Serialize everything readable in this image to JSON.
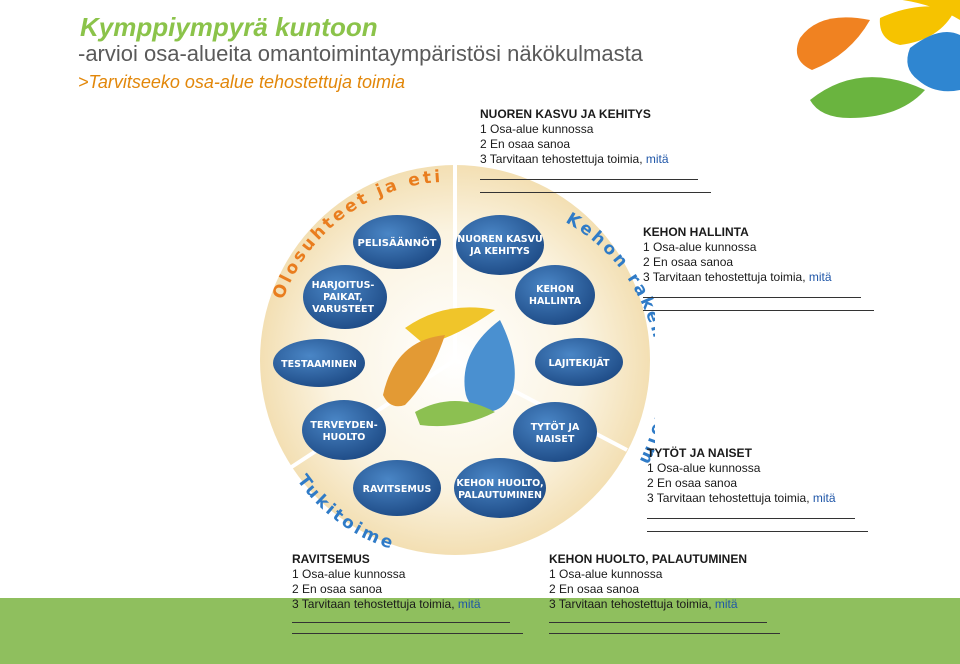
{
  "title": "Kymppiympyrä kuntoon",
  "subtitle": "-arvioi osa-alueita omantoimintaympäristösi näkökulmasta",
  "question": ">Tarvitseeko osa-alue tehostettuja toimia",
  "options": {
    "opt1": "1 Osa-alue kunnossa",
    "opt2": "2 En osaa sanoa",
    "opt3": "3 Tarvitaan tehostettuja toimia,",
    "mita": "mitä"
  },
  "blocks": {
    "nuoren": "NUOREN KASVU JA KEHITYS",
    "kehon_hallinta": "KEHON HALLINTA",
    "tytot": "TYTÖT JA NAISET",
    "ravitsemus": "RAVITSEMUS",
    "kehon_huolto": "KEHON HUOLTO, PALAUTUMINEN"
  },
  "arcs": {
    "olosuhteet": "Olosuhteet ja etiikka",
    "kehon_rakenne": "Kehon rakenne ja toiminta",
    "tukitoimet": "Tukitoimet"
  },
  "bubbles": {
    "pelisaannot": "PELISÄÄNNÖT",
    "nuoren_1": "NUOREN KASVU",
    "nuoren_2": "JA KEHITYS",
    "harjoitus_1": "HARJOITUS-",
    "harjoitus_2": "PAIKAT,",
    "harjoitus_3": "VARUSTEET",
    "kehon_hallinta_1": "KEHON",
    "kehon_hallinta_2": "HALLINTA",
    "testaaminen": "TESTAAMINEN",
    "lajitekijat": "LAJITEKIJÄT",
    "terveyden_1": "TERVEYDEN-",
    "terveyden_2": "HUOLTO",
    "tytot_1": "TYTÖT JA",
    "tytot_2": "NAISET",
    "ravitsemus": "RAVITSEMUS",
    "kehon_huolto_1": "KEHON HUOLTO,",
    "kehon_huolto_2": "PALAUTUMINEN"
  },
  "colors": {
    "title_green": "#8bc34a",
    "question_orange": "#e2870a",
    "bubble_blue": "#2b5c9c",
    "arc_orange": "#e97d1e",
    "arc_blue": "#2f7bc7",
    "mita_blue": "#1f56a8",
    "bottom_green": "#8fbf5e"
  }
}
